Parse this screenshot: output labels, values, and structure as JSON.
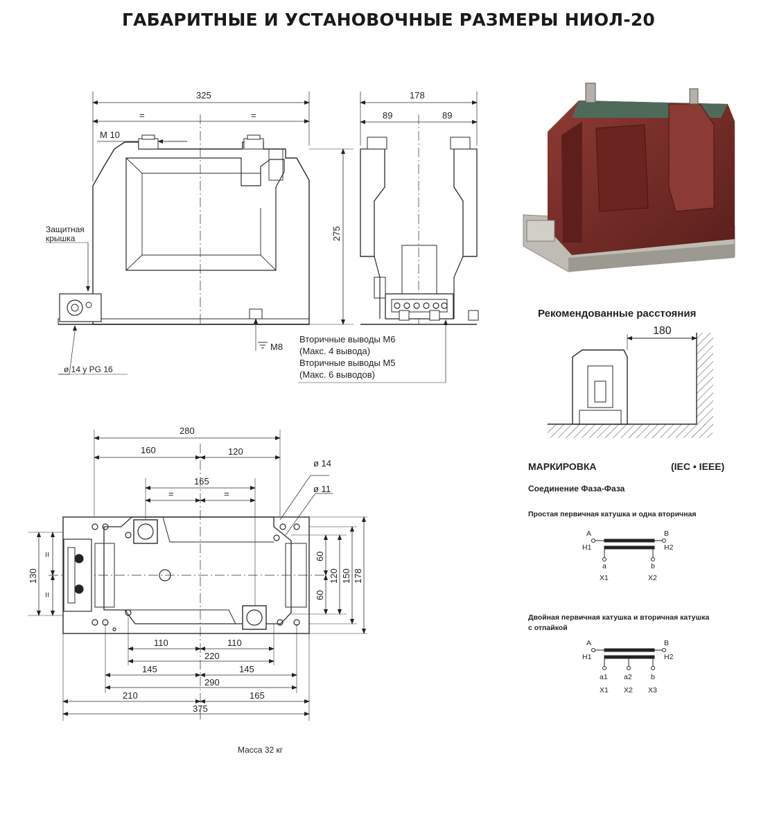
{
  "title": "ГАБАРИТНЫЕ И УСТАНОВОЧНЫЕ РАЗМЕРЫ НИОЛ-20",
  "front_view": {
    "width_total": "325",
    "half_left": "=",
    "half_right": "=",
    "bolt_top": "M 10",
    "height": "275",
    "cover_label_1": "Защитная",
    "cover_label_2": "крышка",
    "ground_bolt": "M8",
    "cable_gland": "ø 14 y PG 16"
  },
  "side_view": {
    "width_total": "178",
    "half_left": "89",
    "half_right": "89",
    "secondary_1": "Вторичные выводы М6",
    "secondary_1_note": "(Макс. 4 вывода)",
    "secondary_2": "Вторичные выводы М5",
    "secondary_2_note": "(Макс. 6 выводов)"
  },
  "plan_view": {
    "top_280": "280",
    "top_160": "160",
    "top_120": "120",
    "top_165": "165",
    "eq_left": "=",
    "eq_right": "=",
    "hole_14": "ø 14",
    "hole_11": "ø 11",
    "left_130": "130",
    "left_eq_top": "=",
    "left_eq_bottom": "=",
    "right_60_top": "60",
    "right_60_bottom": "60",
    "right_120": "120",
    "right_150": "150",
    "right_178": "178",
    "bot_110_left": "110",
    "bot_110_right": "110",
    "bot_220": "220",
    "bot_145_left": "145",
    "bot_145_right": "145",
    "bot_290": "290",
    "bot_210": "210",
    "bot_165": "165",
    "bot_375": "375",
    "mass": "Масса 32 кг"
  },
  "recommended": {
    "heading": "Рекомендованные расстояния",
    "distance": "180"
  },
  "marking": {
    "heading": "МАРКИРОВКА",
    "standards": "(IEC • IEEE)",
    "connection": "Соединение Фаза-Фаза",
    "diagram1_title": "Простая первичная катушка и одна вторичная",
    "diagram2_title_1": "Двойная первичная катушка и вторичная катушка",
    "diagram2_title_2": "с отпайкой",
    "A": "A",
    "B": "B",
    "H1": "H1",
    "H2": "H2",
    "a": "a",
    "b": "b",
    "a1": "a1",
    "a2": "a2",
    "X1": "X1",
    "X2": "X2",
    "X3": "X3"
  },
  "colors": {
    "photo_body": "#7a2a26",
    "line": "#2a2a2a"
  }
}
